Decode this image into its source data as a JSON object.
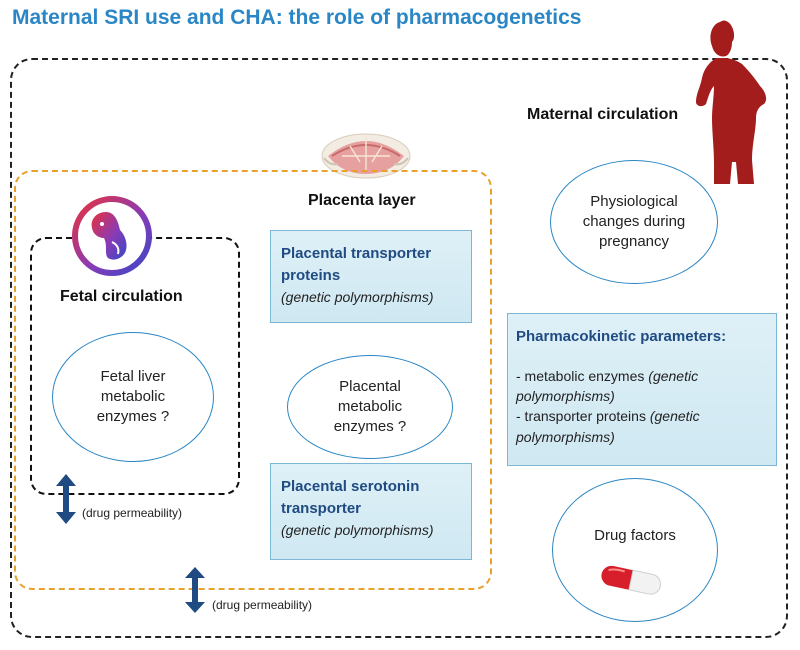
{
  "title": "Maternal SRI use and CHA: the role of pharmacogenetics",
  "maternal_circulation": "Maternal circulation",
  "placenta_layer": "Placenta layer",
  "fetal_circulation": "Fetal circulation",
  "ellipses": {
    "physiological": "Physiological\nchanges during\npregnancy",
    "fetal_liver": "Fetal liver\nmetabolic\nenzymes ?",
    "placental_metabolic": "Placental\nmetabolic\nenzymes ?",
    "drug_factors": "Drug factors"
  },
  "boxes": {
    "transporter": {
      "head": "Placental transporter\nproteins",
      "sub": "(genetic polymorphisms)"
    },
    "serotonin": {
      "head": "Placental serotonin\ntransporter",
      "sub": "(genetic polymorphisms)"
    },
    "pk": {
      "head": "Pharmacokinetic parameters:",
      "line1_text": "- metabolic enzymes ",
      "line1_italic": "(genetic polymorphisms)",
      "line2_text": "- transporter proteins ",
      "line2_italic": "(genetic polymorphisms)"
    }
  },
  "permeability_label_1": "(drug permeability)",
  "permeability_label_2": "(drug permeability)",
  "colors": {
    "title": "#2a86c4",
    "arrow": "#1f4b82",
    "placenta_border": "#e8a22c",
    "silhouette": "#a31d1d"
  },
  "icons": [
    "woman-silhouette-icon",
    "placenta-icon",
    "fetus-icon",
    "pill-capsule-icon",
    "double-arrow-icon"
  ]
}
